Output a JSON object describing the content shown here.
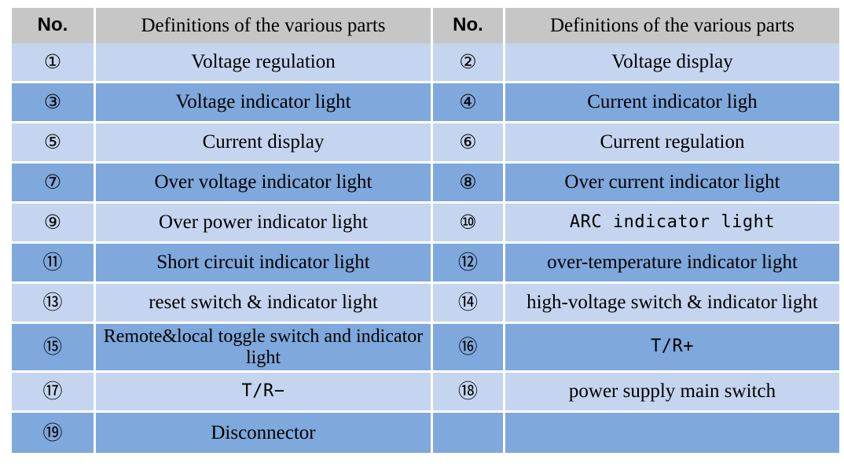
{
  "table": {
    "headers": {
      "no_label": "No.",
      "definition_label": "Definitions of the various parts"
    },
    "colors": {
      "header_background": "#c6c6c6",
      "row_light_background": "#c5d5ef",
      "row_dark_background": "#7fa8dc",
      "grid_line": "#ffffff",
      "text": "#000000"
    },
    "rows": [
      {
        "stripe": "light",
        "left": {
          "no": "①",
          "definition": "Voltage regulation",
          "mono": false
        },
        "right": {
          "no": "②",
          "definition": "Voltage display",
          "mono": false
        }
      },
      {
        "stripe": "dark",
        "left": {
          "no": "③",
          "definition": "Voltage indicator light",
          "mono": false
        },
        "right": {
          "no": "④",
          "definition": "Current indicator ligh",
          "mono": false
        }
      },
      {
        "stripe": "light",
        "left": {
          "no": "⑤",
          "definition": "Current display",
          "mono": false
        },
        "right": {
          "no": "⑥",
          "definition": "Current regulation",
          "mono": false
        }
      },
      {
        "stripe": "dark",
        "left": {
          "no": "⑦",
          "definition": "Over voltage indicator light",
          "mono": false
        },
        "right": {
          "no": "⑧",
          "definition": "Over current indicator light",
          "mono": false
        }
      },
      {
        "stripe": "light",
        "left": {
          "no": "⑨",
          "definition": "Over power indicator light",
          "mono": false
        },
        "right": {
          "no": "⑩",
          "definition": "ARC  indicator light",
          "mono": true
        }
      },
      {
        "stripe": "dark",
        "left": {
          "no": "⑪",
          "definition": "Short circuit indicator light",
          "mono": false
        },
        "right": {
          "no": "⑫",
          "definition": "over-temperature indicator light",
          "mono": false
        }
      },
      {
        "stripe": "light",
        "left": {
          "no": "⑬",
          "definition": "reset switch & indicator light",
          "mono": false
        },
        "right": {
          "no": "⑭",
          "definition": "high-voltage switch & indicator light",
          "mono": false
        }
      },
      {
        "stripe": "dark",
        "tall": true,
        "left": {
          "no": "⑮",
          "definition": "Remote&local toggle switch and indicator light",
          "mono": false
        },
        "right": {
          "no": "⑯",
          "definition": "T/R+",
          "mono": true
        }
      },
      {
        "stripe": "light",
        "left": {
          "no": "⑰",
          "definition": "T/R−",
          "mono": true
        },
        "right": {
          "no": "⑱",
          "definition": "power supply main switch",
          "mono": false
        }
      },
      {
        "stripe": "dark",
        "left": {
          "no": "⑲",
          "definition": "Disconnector",
          "mono": false
        },
        "right": {
          "no": "",
          "definition": "",
          "mono": false
        }
      }
    ]
  }
}
